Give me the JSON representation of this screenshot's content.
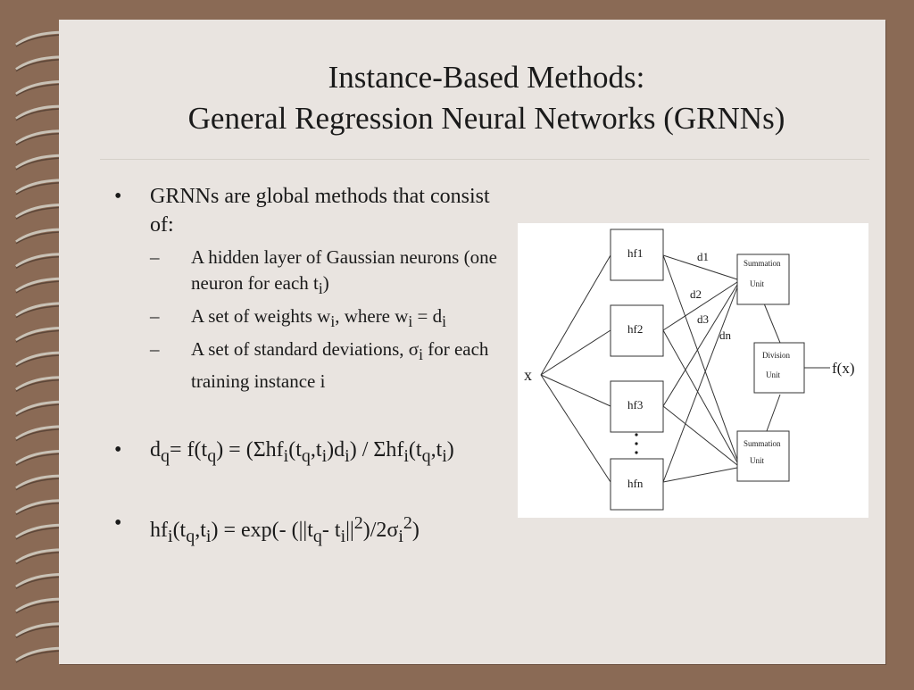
{
  "slide": {
    "title_line1": "Instance-Based Methods:",
    "title_line2": "General Regression Neural Networks (GRNNs)"
  },
  "bullets": {
    "main": "GRNNs are global methods that consist of:",
    "sub1_a": "A hidden layer of Gaussian neurons (one neuron for each t",
    "sub1_sub": "i",
    "sub1_b": ")",
    "sub2_a": "A set of weights w",
    "sub2_s1": "i",
    "sub2_b": ", where w",
    "sub2_s2": "i",
    "sub2_c": " = d",
    "sub2_s3": "i",
    "sub3_a": "A set of standard deviations, σ",
    "sub3_s": "i",
    "sub3_b": " for each training instance i"
  },
  "diagram": {
    "input": "x",
    "hidden": [
      "hf1",
      "hf2",
      "hf3",
      "hfn"
    ],
    "weights": [
      "d1",
      "d2",
      "d3",
      "dn"
    ],
    "sum_top": [
      "Summation",
      "Unit"
    ],
    "division": [
      "Division",
      "Unit"
    ],
    "sum_bottom": [
      "Summation",
      "Unit"
    ],
    "output": "f(x)",
    "ellipsis": "·\n·\n·"
  }
}
